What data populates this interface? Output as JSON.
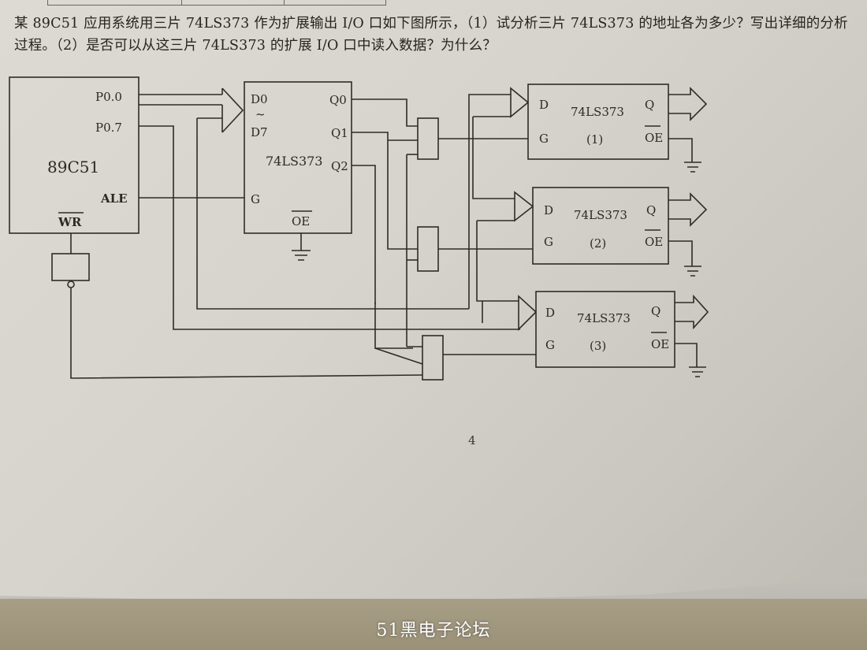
{
  "question": "某 89C51 应用系统用三片 74LS373 作为扩展输出 I/O 口如下图所示，（1）试分析三片 74LS373 的地址各为多少？写出详细的分析过程。（2）是否可以从这三片 74LS373 的扩展 I/O 口中读入数据？为什么？",
  "mcu": {
    "name": "89C51",
    "pin_p00": "P0.0",
    "pin_p07": "P0.7",
    "pin_ale": "ALE",
    "pin_wr": "WR"
  },
  "address_latch": {
    "name": "74LS373",
    "pin_d0": "D0",
    "pin_tilde": "~",
    "pin_d7": "D7",
    "pin_g": "G",
    "pin_q0": "Q0",
    "pin_q1": "Q1",
    "pin_q2": "Q2",
    "pin_oe": "OE"
  },
  "output_latches": [
    {
      "name": "74LS373",
      "index": "(1)",
      "pin_d": "D",
      "pin_g": "G",
      "pin_q": "Q",
      "pin_oe": "OE"
    },
    {
      "name": "74LS373",
      "index": "(2)",
      "pin_d": "D",
      "pin_g": "G",
      "pin_q": "Q",
      "pin_oe": "OE"
    },
    {
      "name": "74LS373",
      "index": "(3)",
      "pin_d": "D",
      "pin_g": "G",
      "pin_q": "Q",
      "pin_oe": "OE"
    }
  ],
  "page_number": "4",
  "watermark": "51黑电子论坛"
}
